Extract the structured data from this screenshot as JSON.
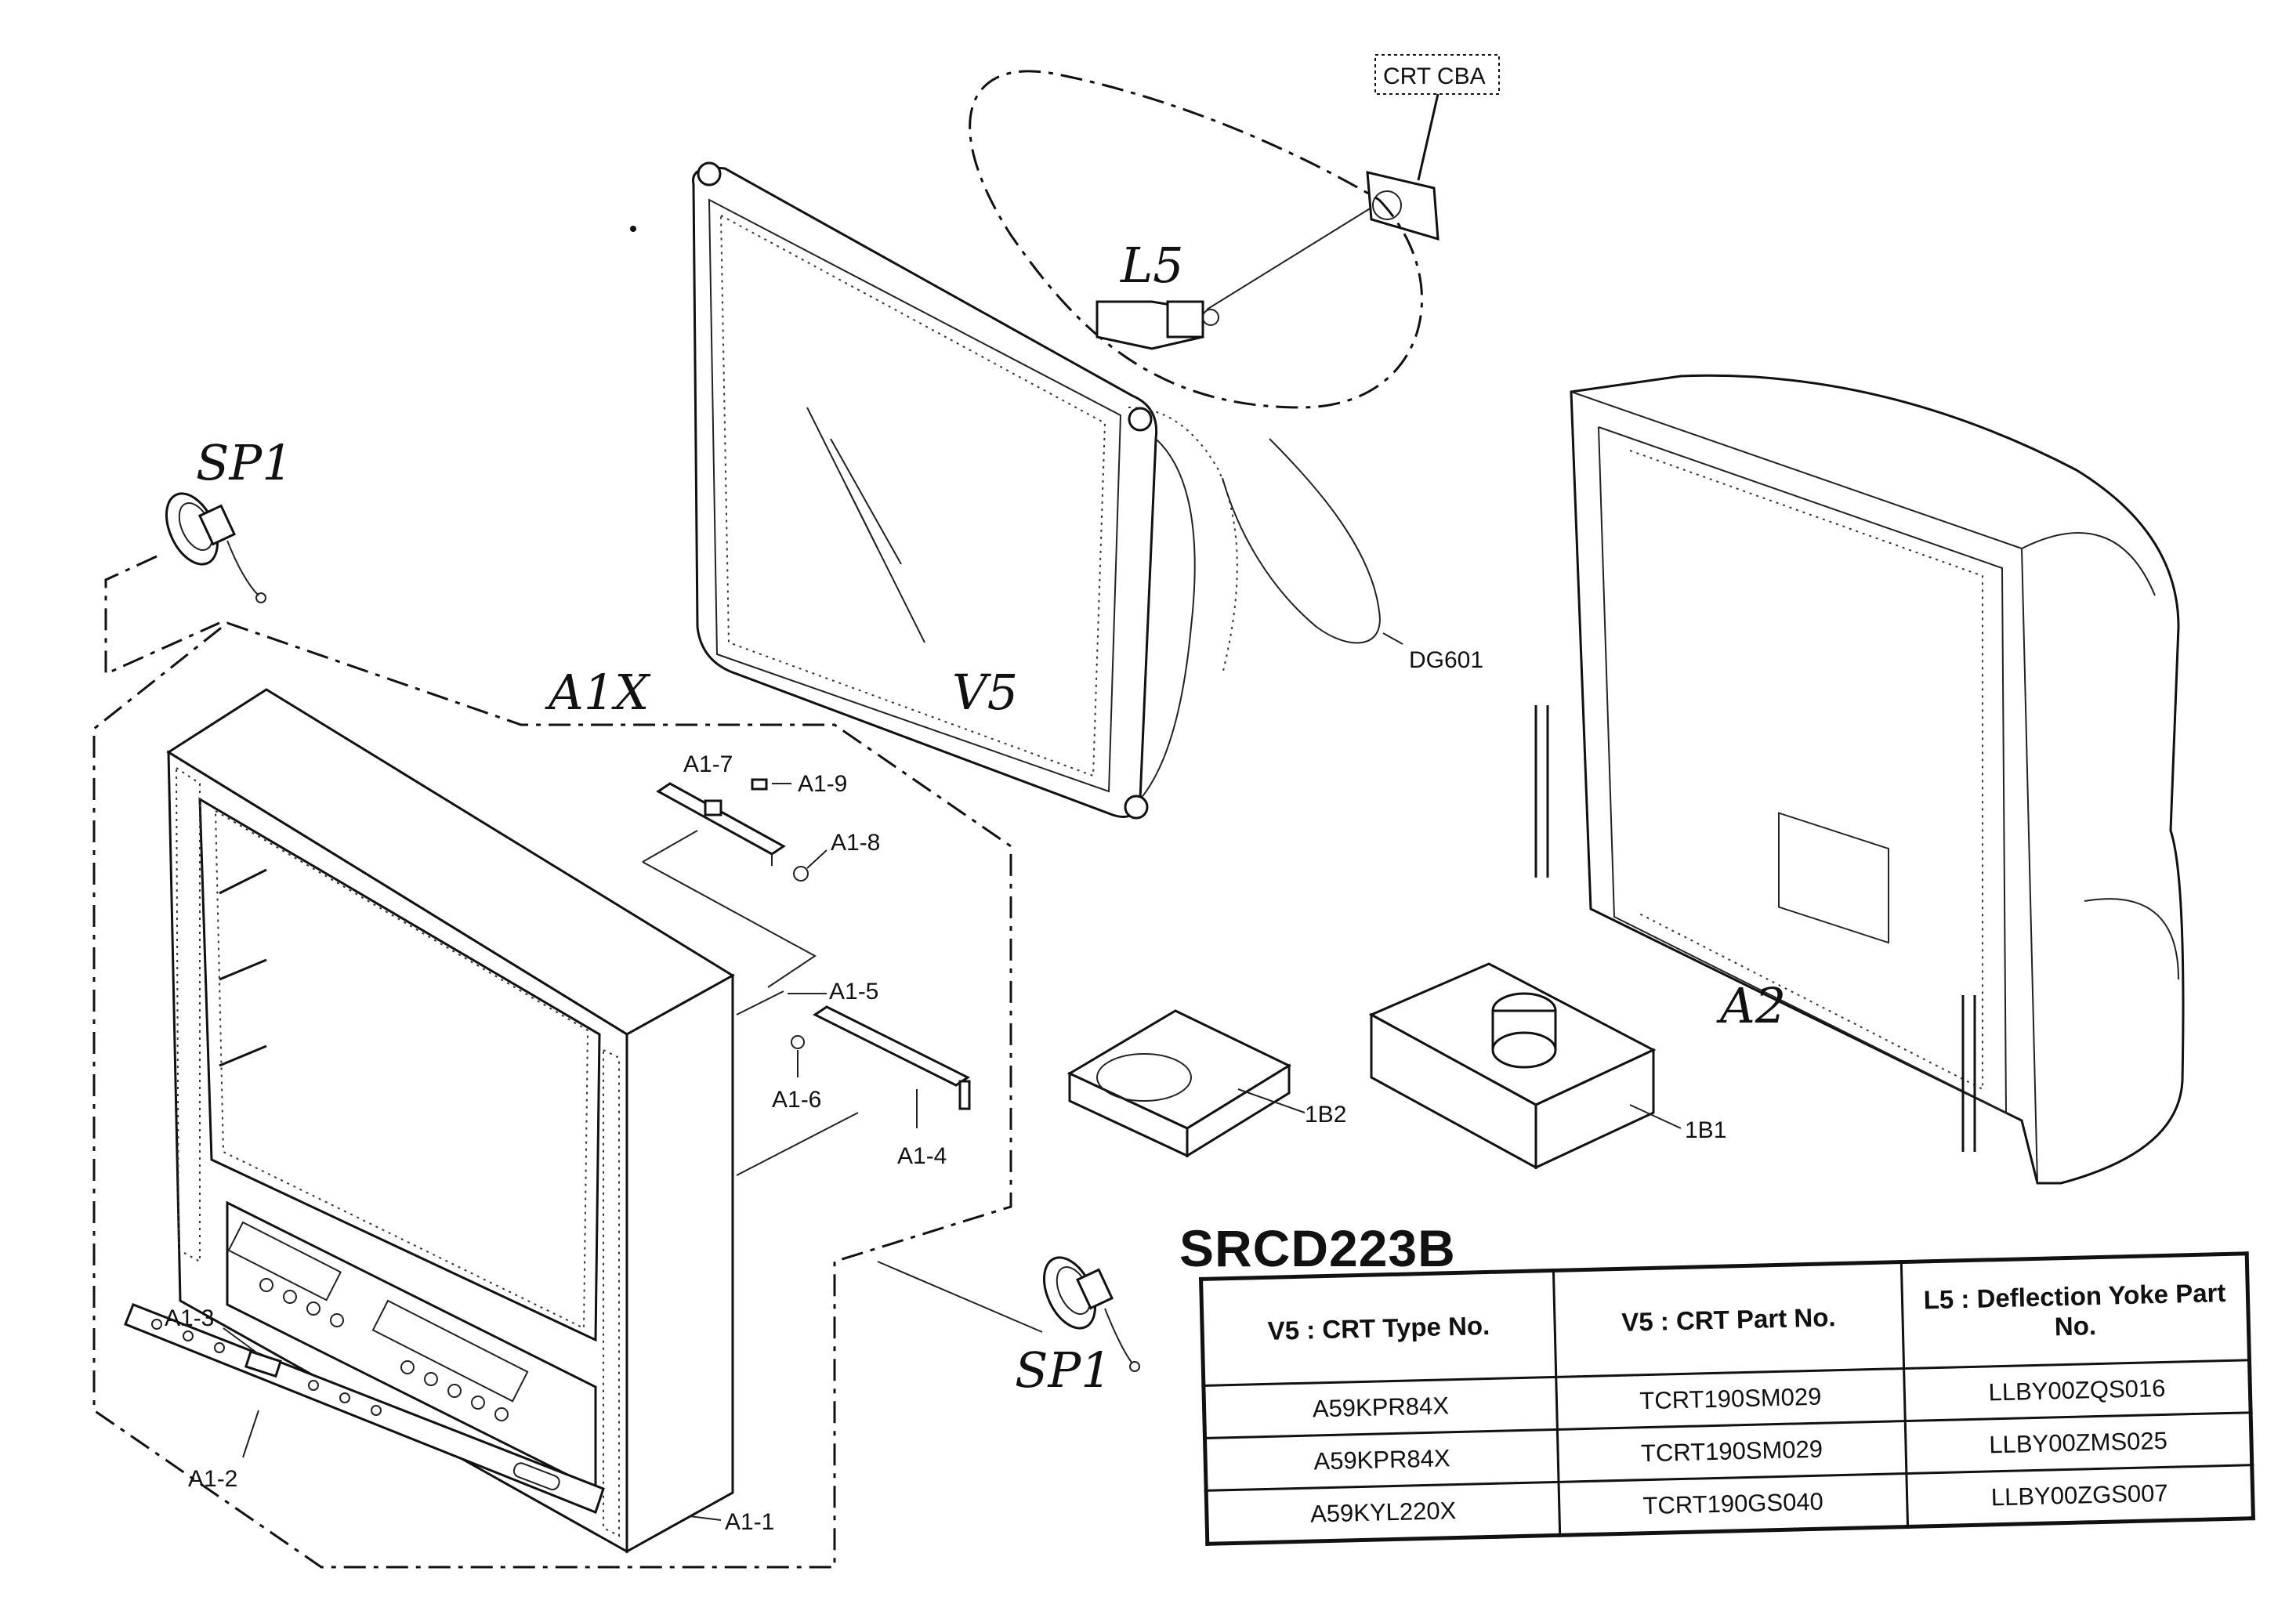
{
  "model": "SRCD223B",
  "labels": {
    "crt_cba": "CRT CBA",
    "l5": "L5",
    "sp1_top": "SP1",
    "sp1_bottom": "SP1",
    "a1x": "A1X",
    "v5": "V5",
    "dg601": "DG601",
    "a2": "A2",
    "a1_1": "A1-1",
    "a1_2": "A1-2",
    "a1_3": "A1-3",
    "a1_4": "A1-4",
    "a1_5": "A1-5",
    "a1_6": "A1-6",
    "a1_7": "A1-7",
    "a1_8": "A1-8",
    "a1_9": "A1-9",
    "b2": "1B2",
    "b1": "1B1"
  },
  "table": {
    "headers": [
      "V5 : CRT Type No.",
      "V5 : CRT Part No.",
      "L5 : Deflection Yoke Part No."
    ],
    "rows": [
      [
        "A59KPR84X",
        "TCRT190SM029",
        "LLBY00ZQS016"
      ],
      [
        "A59KPR84X",
        "TCRT190SM029",
        "LLBY00ZMS025"
      ],
      [
        "A59KYL220X",
        "TCRT190GS040",
        "LLBY00ZGS007"
      ]
    ]
  }
}
